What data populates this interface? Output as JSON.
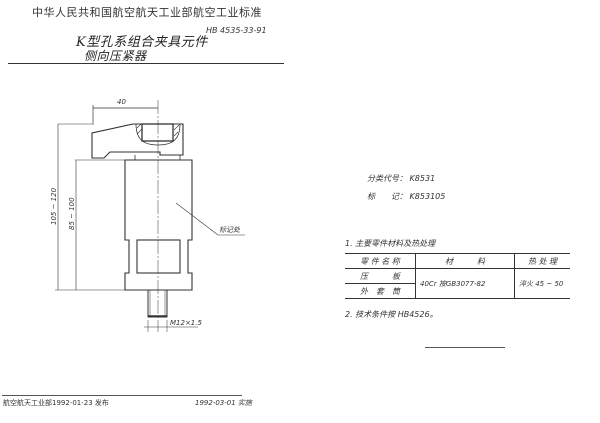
{
  "header": {
    "organization": "中华人民共和国航空航天工业部航空工业标准",
    "standard_number": "HB 4535-33-91",
    "title_line1": "K型孔系组合夹具元件",
    "title_line2": "侧向压紧器"
  },
  "drawing": {
    "dim_width": "40",
    "dim_total_height": "105 ~ 120",
    "dim_body_height": "85 ~ 100",
    "thread_label": "M12×1.5",
    "callout_label": "标记处"
  },
  "info": {
    "class_code_label": "分类代号：",
    "class_code_value": "K8531",
    "marking_label": "标　　记：",
    "marking_value": "K853105"
  },
  "notes": {
    "note1": "1. 主要零件材料及热处理",
    "note2": "2. 技术条件按 HB4526。"
  },
  "parts_table": {
    "headers": [
      "零 件 名 称",
      "材　　　料",
      "热 处 理"
    ],
    "rows": [
      {
        "name": "压　　　板",
        "material": "40Cr 按GB3077-82",
        "treatment": "淬火 45 ~ 50"
      },
      {
        "name": "外　套　筒",
        "material": "",
        "treatment": ""
      }
    ]
  },
  "footer": {
    "issued": "航空航天工业部1992-01-23 发布",
    "effective": "1992-03-01 实施"
  }
}
